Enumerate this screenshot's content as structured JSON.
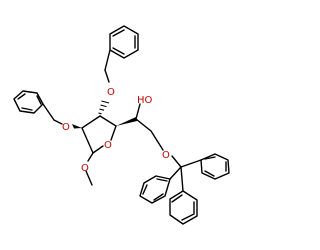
{
  "molecule": {
    "atom_labels": {
      "o_benzyloxy_top": "O",
      "o_benzyloxy_left": "O",
      "o_methoxy": "O",
      "o_ring": "O",
      "hydroxyl": "HO",
      "o_trityl": "O"
    },
    "colors": {
      "bond": "#000000",
      "oxygen": "#cc0000",
      "background": "#ffffff"
    }
  }
}
